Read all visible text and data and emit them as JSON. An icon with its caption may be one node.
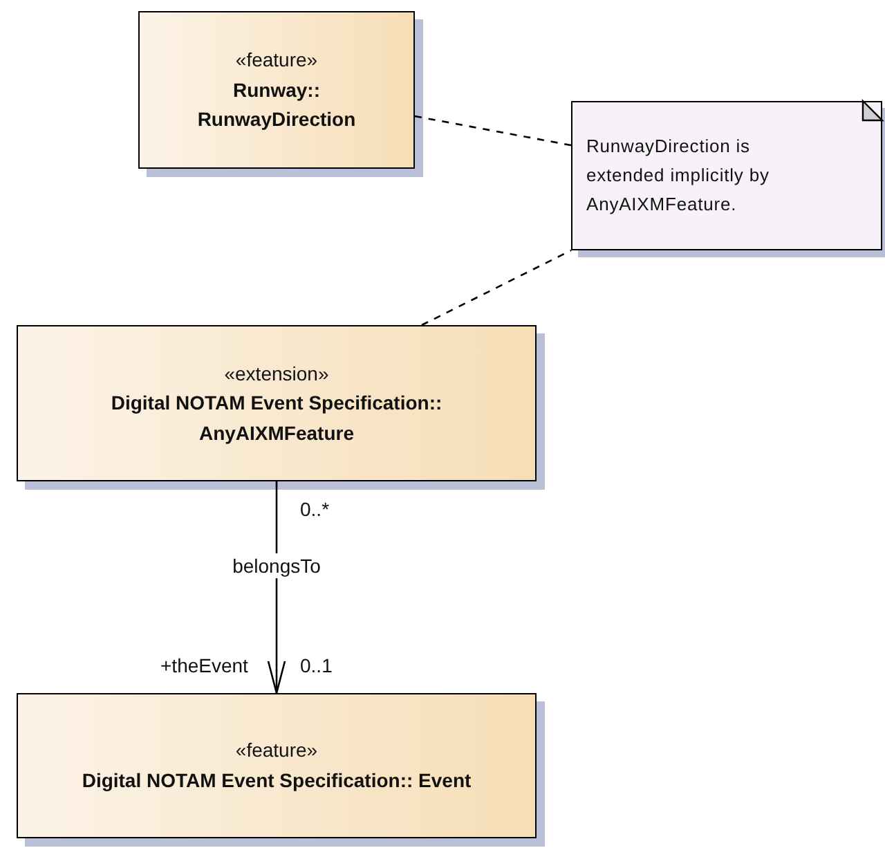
{
  "diagram": {
    "nodes": [
      {
        "text": [
          "«feature»",
          "Runway:: RunwayDirection"
        ]
      },
      {
        "text": [
          "RunwayDirection is extended implicitly by AnyAIXMFeature."
        ]
      },
      {
        "text": [
          "«extension»",
          "Digital NOTAM Event Specification:: AnyAIXMFeature"
        ]
      },
      {
        "text": [
          "«feature»",
          "Digital NOTAM Event Specification:: Event"
        ]
      }
    ],
    "edges": [
      {
        "from": 0,
        "to": 1,
        "arrow": "none",
        "style": "dashed"
      },
      {
        "from": 2,
        "to": 1,
        "arrow": "none",
        "style": "dashed"
      },
      {
        "from": 2,
        "to": 3,
        "arrow": "to",
        "label": "belongsTo"
      }
    ],
    "labels": [
      "0..*",
      "+theEvent",
      "0..1"
    ]
  }
}
